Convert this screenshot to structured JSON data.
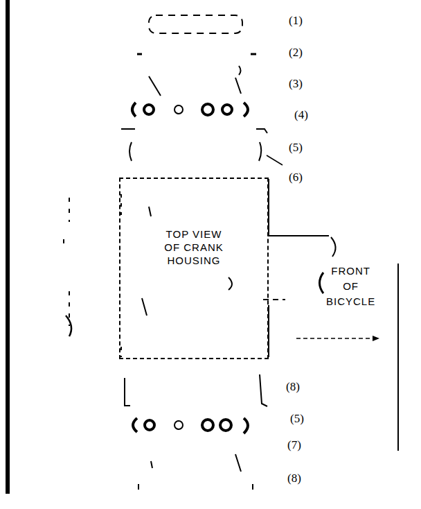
{
  "diagram": {
    "nodes": [
      {
        "text": [
          "TOP VIEW OF CRANK HOUSING"
        ]
      }
    ],
    "labels": [
      "(1)",
      "(2)",
      "(3)",
      "(4)",
      "(5)",
      "(6)",
      "FRONT OF BICYCLE",
      "(8)",
      "(5)",
      "(7)",
      "(8)"
    ]
  }
}
